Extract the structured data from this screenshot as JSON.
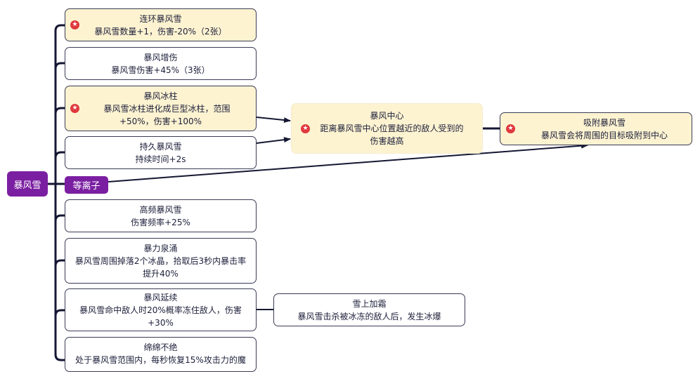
{
  "root": {
    "label": "暴风雪"
  },
  "tag": {
    "label": "等离子"
  },
  "branches": [
    {
      "title": "连环暴风雪",
      "desc": "暴风雪数量+1，伤害-20%（2张）",
      "highlight": true,
      "starred": true
    },
    {
      "title": "暴风增伤",
      "desc": "暴风雪伤害+45%（3张）",
      "highlight": false,
      "starred": false
    },
    {
      "title": "暴风冰柱",
      "desc": "暴风雪冰柱进化成巨型冰柱，范围+50%，伤害+100%",
      "desc_l1": "暴风雪冰柱进化成巨型冰柱，范围",
      "desc_l2": "+50%，伤害+100%",
      "highlight": true,
      "starred": true
    },
    {
      "title": "持久暴风雪",
      "desc": "持续时间+2s",
      "highlight": false,
      "starred": false
    },
    {
      "title": "高频暴风雪",
      "desc": "伤害频率+25%",
      "highlight": false,
      "starred": false
    },
    {
      "title": "暴力泉涌",
      "desc": "暴风雪周围掉落2个冰晶，拾取后3秒内暴击率提升40%",
      "desc_l1": "暴风雪周围掉落2个冰晶，拾取后3秒内暴击率",
      "desc_l2": "提升40%",
      "highlight": false,
      "starred": false
    },
    {
      "title": "暴风延续",
      "desc": "暴风雪命中敌人时20%概率冻住敌人，伤害+30%",
      "desc_l1": "暴风雪命中敌人时20%概率冻住敌人，伤害",
      "desc_l2": "+30%",
      "highlight": false,
      "starred": false
    },
    {
      "title": "绵绵不绝",
      "desc": "处于暴风雪范围内，每秒恢复15%攻击力的魔",
      "highlight": false,
      "starred": false
    }
  ],
  "combo_nodes": {
    "center": {
      "title": "暴风中心",
      "desc_l1": "距离暴风雪中心位置越近的敌人受到的",
      "desc_l2": "伤害越高",
      "starred": true
    },
    "pull": {
      "title": "吸附暴风雪",
      "desc": "暴风雪会将周围的目标吸附到中心",
      "starred": true
    },
    "frost": {
      "title": "雪上加霜",
      "desc": "暴风雪击杀被冰冻的敌人后，发生冰爆",
      "starred": false
    }
  },
  "icons": {
    "star": "★"
  },
  "colors": {
    "purple": "#7b1fa2",
    "highlight": "#fdf3d1",
    "star": "#e0383e",
    "line": "#151733"
  }
}
